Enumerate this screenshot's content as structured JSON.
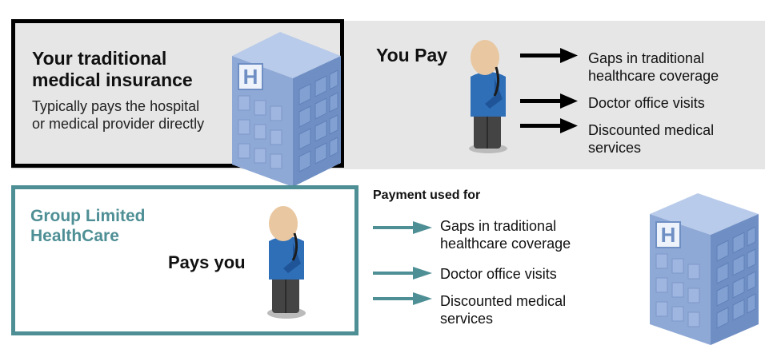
{
  "traditional": {
    "title": "Your traditional medical insurance",
    "description": "Typically pays the hospital or medical provider directly"
  },
  "you_pay": {
    "label": "You Pay",
    "items": [
      "Gaps in traditional healthcare coverage",
      "Doctor office visits",
      "Discounted medical services"
    ]
  },
  "group_limited": {
    "title": "Group Limited HealthCare",
    "pays_label": "Pays you"
  },
  "payment_used": {
    "label": "Payment used for",
    "items": [
      "Gaps in traditional healthcare coverage",
      "Doctor office visits",
      "Discounted medical services"
    ]
  },
  "hospital_sign": "H",
  "colors": {
    "teal": "#4e8f95",
    "panel_gray": "#e6e6e6",
    "black": "#000000",
    "building_front": "#8fa9d6",
    "building_side": "#6f8fc4",
    "building_top": "#b9cbea",
    "shirt": "#2f6fb8",
    "skin": "#e9c7a0",
    "pants": "#444444"
  }
}
